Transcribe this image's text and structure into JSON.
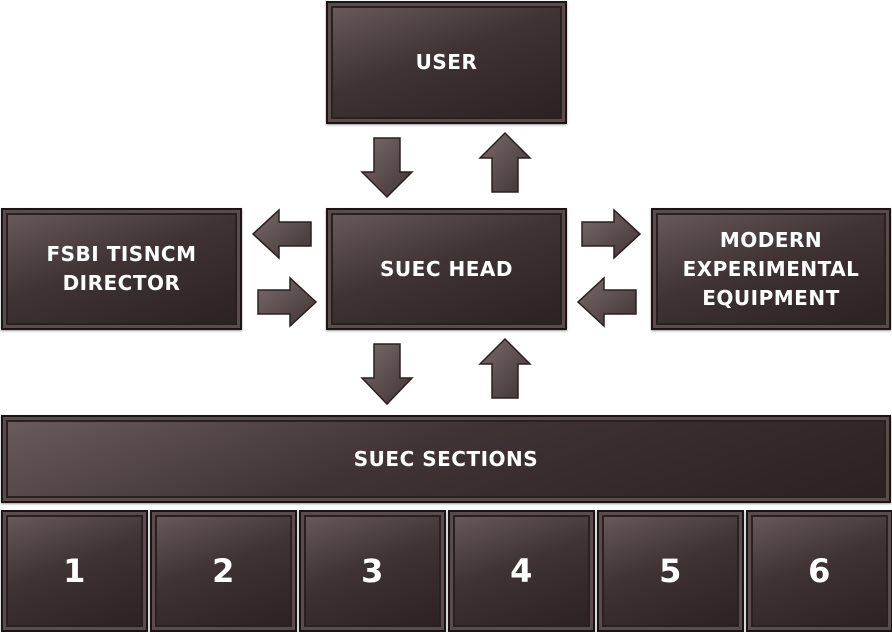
{
  "diagram": {
    "user": "USER",
    "head": "SUEC HEAD",
    "director": "FSBI TISNCM\nDIRECTOR",
    "equipment": "MODERN\nEXPERIMENTAL\nEQUIPMENT",
    "sections": "SUEC SECTIONS",
    "section_numbers": [
      "1",
      "2",
      "3",
      "4",
      "5",
      "6"
    ]
  },
  "colors": {
    "box": "#3f3334",
    "arrow": "#5a4d4e",
    "text": "#ffffff"
  }
}
